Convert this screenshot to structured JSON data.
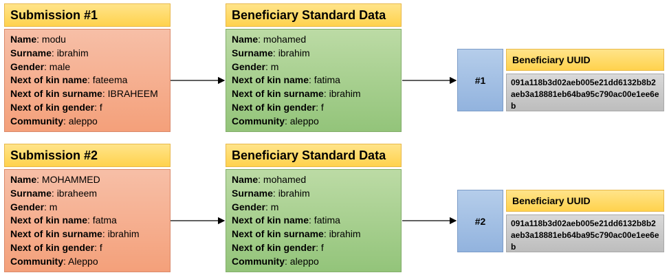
{
  "groups": [
    {
      "submission_title": "Submission #1",
      "submission_fields": [
        {
          "label": "Name",
          "value": ": modu"
        },
        {
          "label": "Surname",
          "value": ": ibrahim"
        },
        {
          "label": "Gender",
          "value": ": male"
        },
        {
          "label": "Next of kin name",
          "value": ": fateema"
        },
        {
          "label": "Next of kin surname",
          "value": ": IBRAHEEM"
        },
        {
          "label": "Next of kin gender",
          "value": ": f"
        },
        {
          "label": "Community",
          "value": ": aleppo"
        }
      ],
      "standard_title": "Beneficiary Standard Data",
      "standard_fields": [
        {
          "label": "Name",
          "value": ": mohamed"
        },
        {
          "label": "Surname",
          "value": ": ibrahim"
        },
        {
          "label": "Gender",
          "value": ": m"
        },
        {
          "label": "Next of kin name",
          "value": ": fatima"
        },
        {
          "label": "Next of kin surname",
          "value": ": ibrahim"
        },
        {
          "label": "Next of kin gender",
          "value": ": f"
        },
        {
          "label": "Community",
          "value": ": aleppo"
        }
      ],
      "number_label": "#1",
      "uuid_title": "Beneficiary UUID",
      "uuid_value": "091a118b3d02aeb005e21dd6132b8b2aeb3a18881eb64ba95c790ac00e1ee6eb"
    },
    {
      "submission_title": "Submission #2",
      "submission_fields": [
        {
          "label": "Name",
          "value": ": MOHAMMED"
        },
        {
          "label": "Surname",
          "value": ": ibraheem"
        },
        {
          "label": "Gender",
          "value": ": m"
        },
        {
          "label": "Next of kin name",
          "value": ": fatma"
        },
        {
          "label": "Next of kin surname",
          "value": ": ibrahim"
        },
        {
          "label": "Next of kin gender",
          "value": ": f"
        },
        {
          "label": "Community",
          "value": ": Aleppo"
        }
      ],
      "standard_title": "Beneficiary Standard Data",
      "standard_fields": [
        {
          "label": "Name",
          "value": ": mohamed"
        },
        {
          "label": "Surname",
          "value": ": ibrahim"
        },
        {
          "label": "Gender",
          "value": ": m"
        },
        {
          "label": "Next of kin name",
          "value": ": fatima"
        },
        {
          "label": "Next of kin surname",
          "value": ": ibrahim"
        },
        {
          "label": "Next of kin gender",
          "value": ": f"
        },
        {
          "label": "Community",
          "value": ": aleppo"
        }
      ],
      "number_label": "#2",
      "uuid_title": "Beneficiary UUID",
      "uuid_value": "091a118b3d02aeb005e21dd6132b8b2aeb3a18881eb64ba95c790ac00e1ee6eb"
    }
  ]
}
